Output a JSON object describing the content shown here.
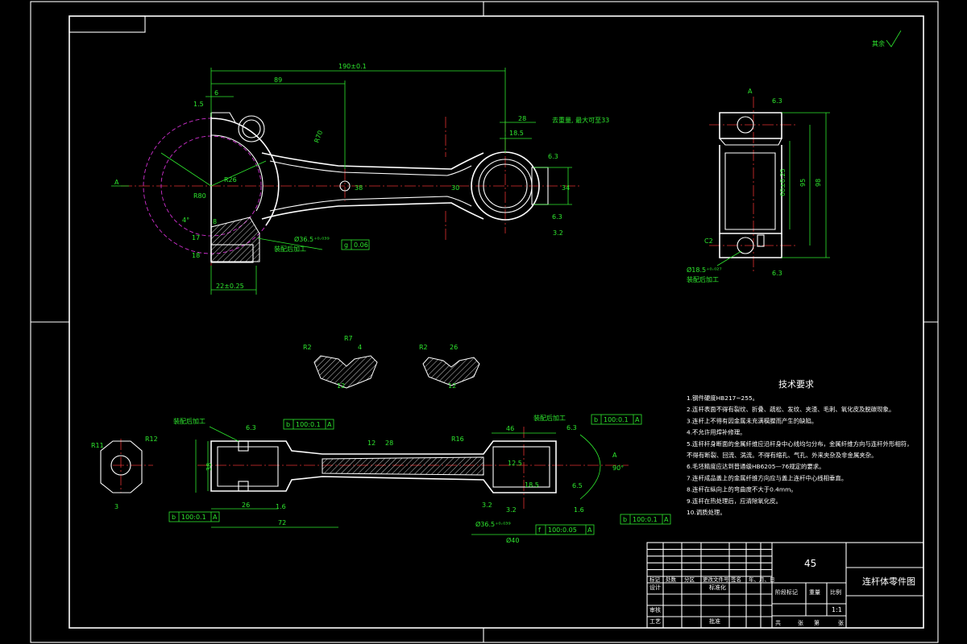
{
  "surface_note": "其余",
  "dims_top": {
    "d190": "190±0.1",
    "d89": "89",
    "d1_5": "1.5",
    "d6": "6",
    "d28": "28",
    "d18_5": "18.5",
    "note_top": "去重量, 最大可至33",
    "r70": "R70",
    "r26": "R26",
    "r80": "R80",
    "d38": "38",
    "d30": "30",
    "d34": "34",
    "d6_3a": "6.3",
    "d6_3b": "6.3",
    "d3_2": "3.2",
    "angle4": "4°",
    "d8": "8",
    "bolt": "Ø36.5⁺⁰·⁰³⁹",
    "assembly_note": "装配后加工",
    "tol_g": "g",
    "tol_g_val": "0.06",
    "d22": "22±0.25",
    "d18": "18",
    "d17": "17",
    "label_a": "A"
  },
  "dims_side": {
    "d6_3": "6.3",
    "d60": "60±0.25",
    "d95": "95",
    "d98": "98",
    "c2": "C2",
    "d6_3b": "6.3",
    "bore": "Ø18.5⁺⁰·⁰²⁷",
    "assembly_note": "装配后加工",
    "label_a": "A"
  },
  "sections": {
    "r2": "R2",
    "r7": "R7",
    "d4": "4",
    "d12": "12",
    "r2b": "R2",
    "d26": "26",
    "d12b": "12"
  },
  "dims_bottom": {
    "note_left": "装配后加工",
    "note_right": "装配后加工",
    "d6_3": "6.3",
    "tol1_sym": "b",
    "tol1_val": "100:0.1",
    "tol1_ref": "A",
    "tol2_sym": "b",
    "tol2_val": "100:0.1",
    "tol2_ref": "A",
    "tol3_sym": "b",
    "tol3_val": "100:0.1",
    "tol3_ref": "A",
    "tol4_sym": "b",
    "tol4_val": "100:0.1",
    "tol4_ref": "A",
    "tol5_sym": "f",
    "tol5_val": "100:0.05",
    "tol5_ref": "A",
    "d46": "46",
    "d6_3b": "6.3",
    "r11": "R11",
    "r12": "R12",
    "d38": "38",
    "d26": "26",
    "d72": "72",
    "d1_6": "1.6",
    "d12": "12",
    "d28": "28",
    "r16": "R16",
    "d12_5": "12.5",
    "d18_5": "18.5",
    "d3_2": "3.2",
    "d6_5": "6.5",
    "d1_6b": "1.6",
    "d3_2b": "3.2",
    "bore": "Ø36.5⁺⁰·⁰³⁹",
    "d40": "Ø40",
    "angle": "90°",
    "d3": "3",
    "label_a": "A"
  },
  "tech": {
    "title": "技术要求",
    "items": [
      "1.钢件硬度HB217~255。",
      "2.连杆表面不得有裂纹、折叠、疏松、发纹、夹渣、毛刺、氧化皮及脱碳现象。",
      "3.连杆上不得有因金属未充满模膛而产生的缺陷。",
      "4.不允许用焊补修理。",
      "5.连杆杆身断面的金属纤维应沿杆身中心线均匀分布，金属纤维方向与连杆外形相符，",
      "  不得有断裂、回流、涡流。不得有缩孔、气孔、外来夹杂及非金属夹杂。",
      "6.毛坯精度应达到普通级HB6205—76规定的要求。",
      "7.连杆成品盖上的金属纤维方向应与盖上连杆中心线相垂直。",
      "8.连杆在纵向上的弯曲度不大于0.4mm。",
      "9.连杆在热处理后，应清除氧化皮。",
      "10.调质处理。"
    ]
  },
  "title_block": {
    "material": "45",
    "name": "连杆体零件图",
    "row_labels": [
      "标记",
      "处数",
      "分区",
      "更改文件号",
      "签名",
      "年、月、日"
    ],
    "design": "设计",
    "standard": "标准化",
    "stage": "阶段标记",
    "weight": "重量",
    "scale_label": "比例",
    "scale": "1:1",
    "review": "审核",
    "process": "工艺",
    "approve": "批准",
    "sheet_total": "共",
    "sheet_unit": "张",
    "sheet_no": "第",
    "sheet_unit2": "张"
  }
}
